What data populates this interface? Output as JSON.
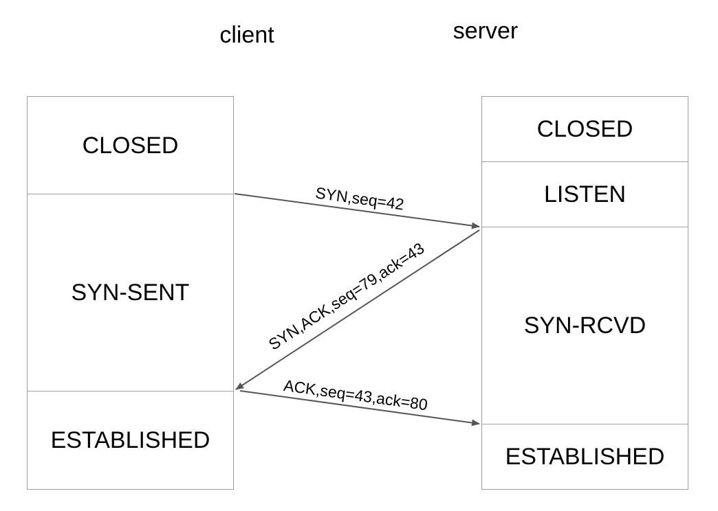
{
  "titles": {
    "client": "client",
    "server": "server"
  },
  "client_states": [
    "CLOSED",
    "SYN-SENT",
    "ESTABLISHED"
  ],
  "server_states": [
    "CLOSED",
    "LISTEN",
    "SYN-RCVD",
    "ESTABLISHED"
  ],
  "messages": [
    {
      "label": "SYN,seq=42",
      "from": "client",
      "to": "server"
    },
    {
      "label": "SYN,ACK,seq=79,ack=43",
      "from": "server",
      "to": "client"
    },
    {
      "label": "ACK,seq=43,ack=80",
      "from": "client",
      "to": "server"
    }
  ],
  "colors": {
    "box_border": "#9e9e9e",
    "arrow": "#555555",
    "text": "#000000"
  }
}
